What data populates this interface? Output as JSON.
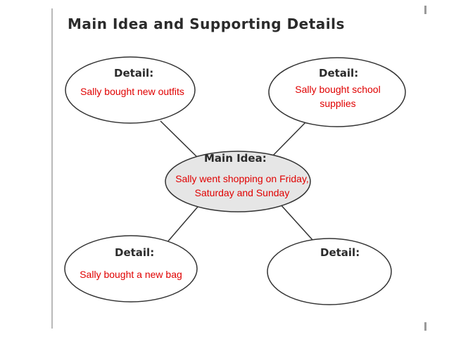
{
  "title": "Main Idea and Supporting Details",
  "center": {
    "heading": "Main Idea:",
    "text": "Sally went shopping on Friday, Saturday and Sunday"
  },
  "details": [
    {
      "heading": "Detail:",
      "text": "Sally bought new outfits"
    },
    {
      "heading": "Detail:",
      "text": "Sally bought school supplies"
    },
    {
      "heading": "Detail:",
      "text": "Sally bought a new bag"
    },
    {
      "heading": "Detail:",
      "text": ""
    }
  ],
  "colors": {
    "answer_text": "#e00000",
    "main_fill": "#e6e6e6",
    "outline": "#333333"
  }
}
